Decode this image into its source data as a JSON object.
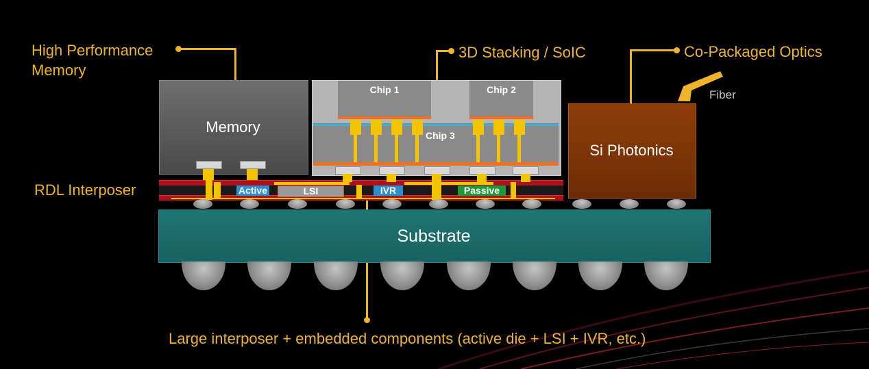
{
  "callouts": {
    "hbm_line1": "High Performance",
    "hbm_line2": "Memory",
    "stacking": "3D Stacking / SoIC",
    "cpo": "Co-Packaged Optics",
    "rdl": "RDL Interposer",
    "bottom": "Large interposer + embedded components (active die + LSI + IVR, etc.)"
  },
  "components": {
    "memory": "Memory",
    "chip1": "Chip 1",
    "chip2": "Chip 2",
    "chip3": "Chip 3",
    "photonics": "Si Photonics",
    "fiber": "Fiber",
    "substrate": "Substrate"
  },
  "embedded": {
    "active": "Active",
    "lsi": "LSI",
    "ivr": "IVR",
    "passive": "Passive"
  },
  "colors": {
    "accent": "#f0b429",
    "memory": "#5c5c5c",
    "photonics": "#8a3a08",
    "substrate": "#1a6868",
    "interposer": "#b0101a",
    "active": "#2a8ed0",
    "ivr": "#2a8ed0",
    "passive": "#1f9a3a",
    "lsi": "#a0a0a0"
  }
}
